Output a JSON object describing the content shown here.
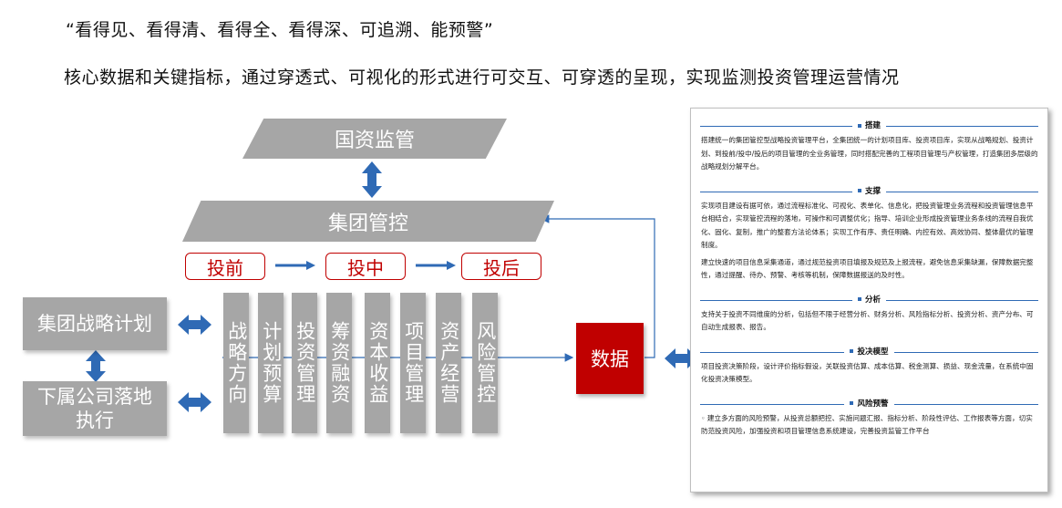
{
  "header": {
    "line1": "“看得见、看得清、看得全、看得深、可追溯、能预警”",
    "line2": "核心数据和关键指标，通过穿透式、可视化的形式进行可交互、可穿透的呈现，实现监测投资管理运营情况"
  },
  "diagram": {
    "top": "国资监管",
    "group": "集团管控",
    "phases": [
      "投前",
      "投中",
      "投后"
    ],
    "left_top": "集团战略计划",
    "left_bottom": "下属公司落地执行",
    "columns": [
      "战略方向",
      "计划预算",
      "投资管理",
      "筹资融资",
      "资本收益",
      "项目管理",
      "资产经营",
      "风险管控"
    ],
    "data": "数据"
  },
  "panel": {
    "sections": [
      {
        "title": "搭建",
        "paragraphs": [
          "搭建统一的集团管控型战略投资管理平台，全集团统一的计划项目库、投资项目库，实现从战略规划、投资计划、到投前/投中/投后的项目管理的全业务管理，同时搭配完善的工程项目管理与产权管理，打造集团多层级的战略规划分解平台。"
        ]
      },
      {
        "title": "支撑",
        "paragraphs": [
          "实现项目建设有据可依，通过流程标准化、可视化、表单化、信息化，把投资管理业务流程和投资管理信息平台相结合，实现管控流程的落地，可操作和可调整优化；指导、培训企业形成投资管理业务条线的流程自我优化、固化、复制，推广的整套方法论体系；实现工作有序、责任明确、内控有效、高效协同、整体最优的管理制度。",
          "建立快速的项目信息采集通道，通过规范投资项目填报及规范及上报流程，避免信息采集缺漏，保障数据完整性，通过提醒、待办、预警、考核等机制，保障数据报送的及时性。"
        ]
      },
      {
        "title": "分析",
        "paragraphs": [
          "支持关于投资不同维度的分析，包括但不限于经营分析、财务分析、风险指标分析、投资分析、资产分布、可自动生成报表、报告。"
        ]
      },
      {
        "title": "投决模型",
        "paragraphs": [
          "项目投资决策阶段，设计评价指标假设，关联投资估算、成本估算、税金测算、损益、现金流量，在系统中固化投资决策模型。"
        ]
      },
      {
        "title": "风险预警",
        "paragraphs": [
          "◦ 建立多方面的风险预警，从投资总额把控、实施问题汇报、指标分析、阶段性评估、工作报表等方面，切实防范投资风险，加强投资和项目管理信息系统建设，完善投资监管工作平台"
        ]
      }
    ]
  },
  "colors": {
    "gray": "#a6a6a6",
    "red": "#c00000",
    "blue": "#2f6ab5"
  }
}
